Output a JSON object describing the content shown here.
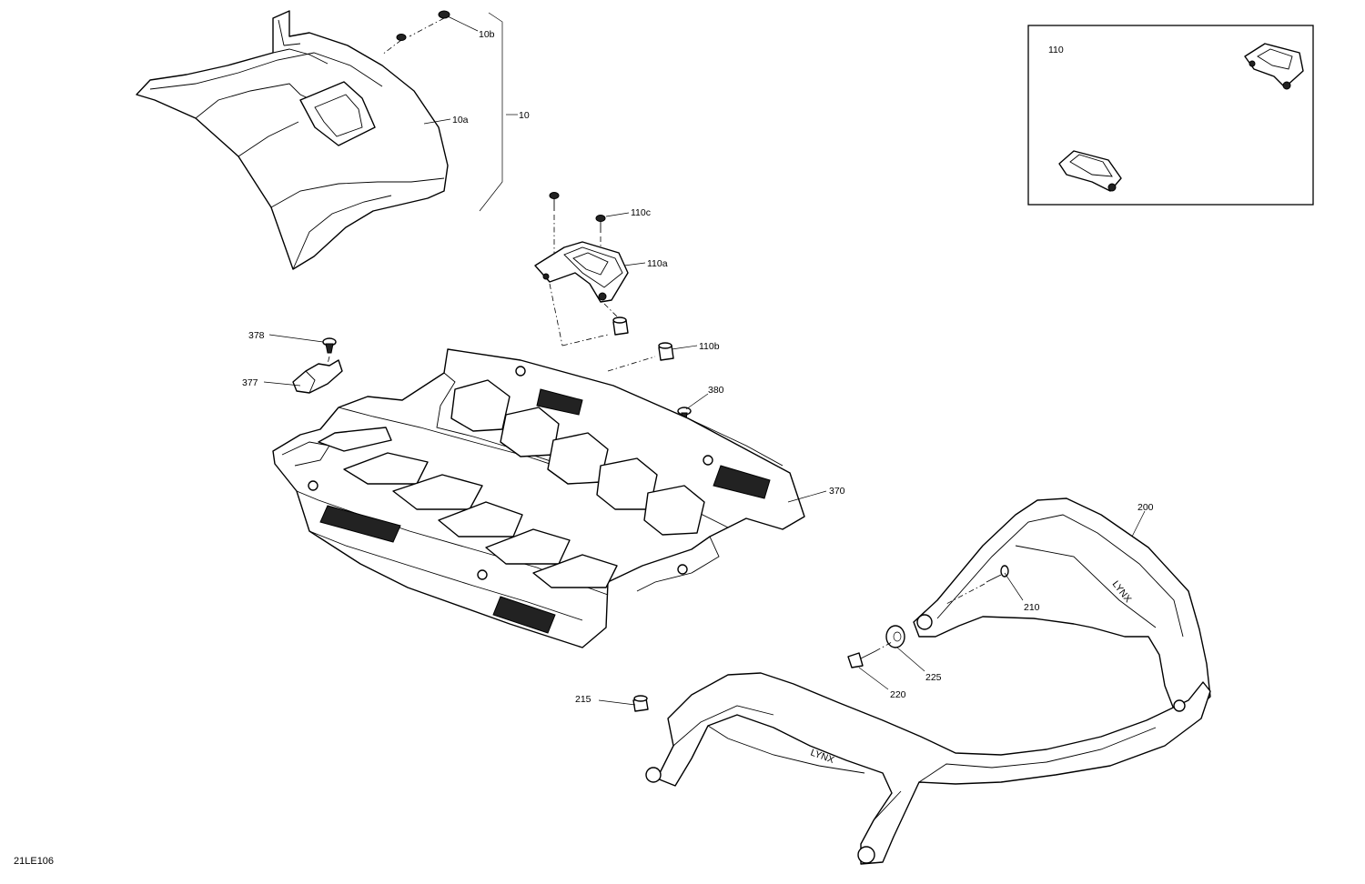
{
  "figure_code": "21LE106",
  "inset": {
    "label": "110"
  },
  "callouts": {
    "c10": "10",
    "c10a": "10a",
    "c10b": "10b",
    "c110a": "110a",
    "c110b": "110b",
    "c110c": "110c",
    "c200": "200",
    "c210": "210",
    "c215": "215",
    "c220": "220",
    "c225": "225",
    "c370": "370",
    "c377": "377",
    "c378": "378",
    "c380": "380"
  },
  "logos": {
    "brand": "LYNX"
  }
}
